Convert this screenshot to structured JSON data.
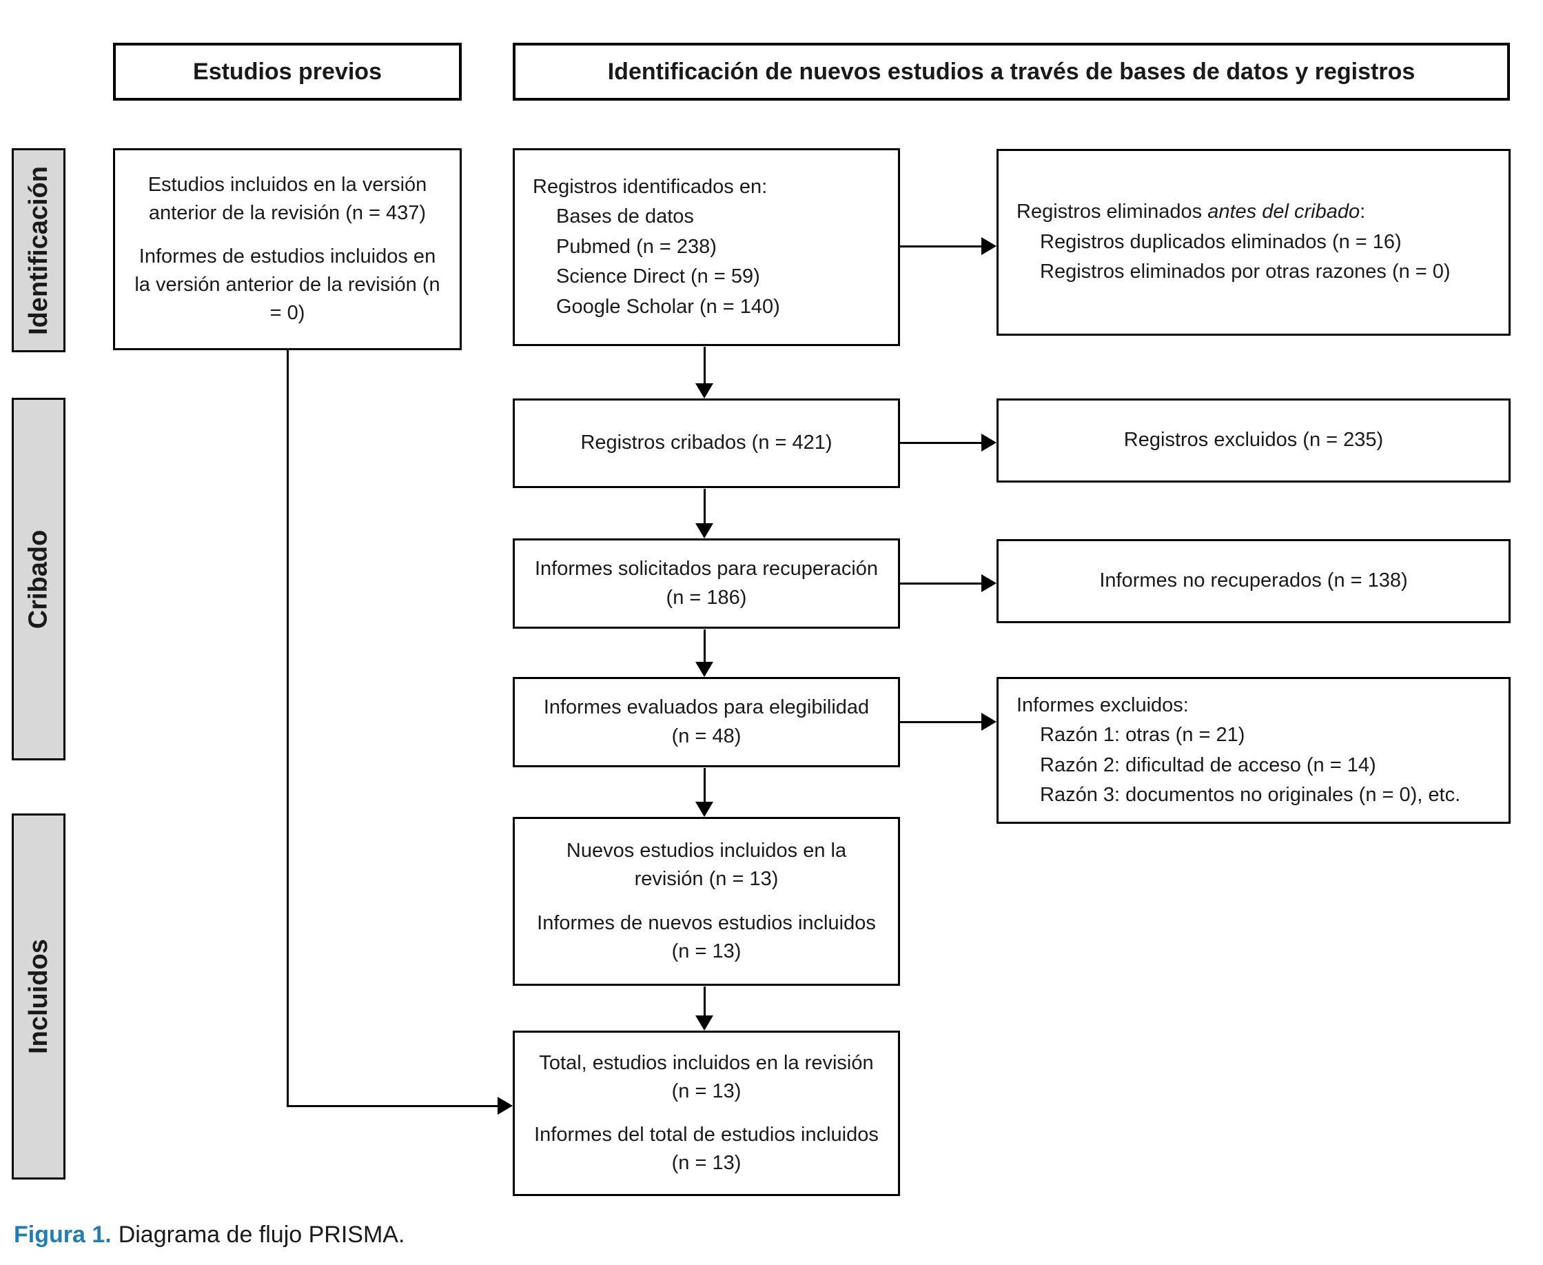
{
  "headers": {
    "previous": "Estudios previos",
    "identification": "Identificación de nuevos estudios a través de bases de datos y registros"
  },
  "stages": {
    "identification": "Identificación",
    "screening": "Cribado",
    "included": "Incluidos"
  },
  "boxes": {
    "previous_studies": {
      "para1": "Estudios incluidos en la versión anterior de la revisión (n = 437)",
      "para2": "Informes de estudios incluidos en la versión anterior de la revisión (n = 0)"
    },
    "records_identified": {
      "title": "Registros identificados en:",
      "items": [
        "Bases de datos",
        "Pubmed (n = 238)",
        "Science Direct (n = 59)",
        "Google Scholar (n = 140)"
      ]
    },
    "records_removed": {
      "title_prefix": "Registros eliminados ",
      "title_italic": "antes del cribado",
      "title_suffix": ":",
      "items": [
        "Registros duplicados eliminados (n = 16)",
        "Registros eliminados por otras razones (n = 0)"
      ]
    },
    "records_screened": {
      "text": "Registros cribados (n = 421)"
    },
    "records_excluded": {
      "text": "Registros excluidos (n = 235)"
    },
    "reports_sought": {
      "text": "Informes solicitados para recuperación (n = 186)"
    },
    "reports_not_retrieved": {
      "text": "Informes no recuperados (n = 138)"
    },
    "reports_assessed": {
      "text": "Informes evaluados para elegibilidad (n = 48)"
    },
    "reports_excluded": {
      "title": "Informes excluidos:",
      "items": [
        "Razón 1: otras (n = 21)",
        "Razón 2: dificultad de acceso (n = 14)",
        "Razón 3: documentos no originales (n = 0), etc."
      ]
    },
    "new_studies_included": {
      "para1": "Nuevos estudios incluidos en la revisión (n = 13)",
      "para2": "Informes de nuevos estudios incluidos (n = 13)"
    },
    "total_included": {
      "para1": "Total, estudios incluidos en la revisión (n = 13)",
      "para2": "Informes del total de estudios incluidos (n = 13)"
    }
  },
  "caption": {
    "label": "Figura 1.",
    "text": "Diagrama de flujo PRISMA."
  },
  "colors": {
    "caption_accent": "#1f7fb2",
    "stage_fill": "#d8d8d8",
    "line": "#000000"
  }
}
